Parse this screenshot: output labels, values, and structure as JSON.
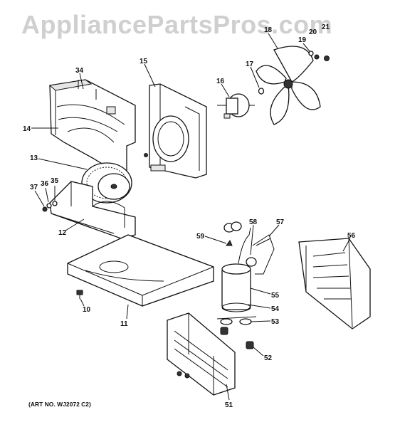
{
  "watermark": "AppliancePartsPros.com",
  "art_number": "(ART NO. WJ2072 C2)",
  "callouts": [
    {
      "id": "c34",
      "text": "34"
    },
    {
      "id": "c15",
      "text": "15"
    },
    {
      "id": "c16",
      "text": "16"
    },
    {
      "id": "c17",
      "text": "17"
    },
    {
      "id": "c18",
      "text": "18"
    },
    {
      "id": "c19",
      "text": "19"
    },
    {
      "id": "c20",
      "text": "20"
    },
    {
      "id": "c21",
      "text": "21"
    },
    {
      "id": "c14",
      "text": "14"
    },
    {
      "id": "c13",
      "text": "13"
    },
    {
      "id": "c37",
      "text": "37"
    },
    {
      "id": "c36",
      "text": "36"
    },
    {
      "id": "c35",
      "text": "35"
    },
    {
      "id": "c12",
      "text": "12"
    },
    {
      "id": "c59",
      "text": "59"
    },
    {
      "id": "c58",
      "text": "58"
    },
    {
      "id": "c57",
      "text": "57"
    },
    {
      "id": "c56",
      "text": "56"
    },
    {
      "id": "c55",
      "text": "55"
    },
    {
      "id": "c54",
      "text": "54"
    },
    {
      "id": "c53",
      "text": "53"
    },
    {
      "id": "c52",
      "text": "52"
    },
    {
      "id": "c51",
      "text": "51"
    },
    {
      "id": "c10",
      "text": "10"
    },
    {
      "id": "c11",
      "text": "11"
    }
  ]
}
